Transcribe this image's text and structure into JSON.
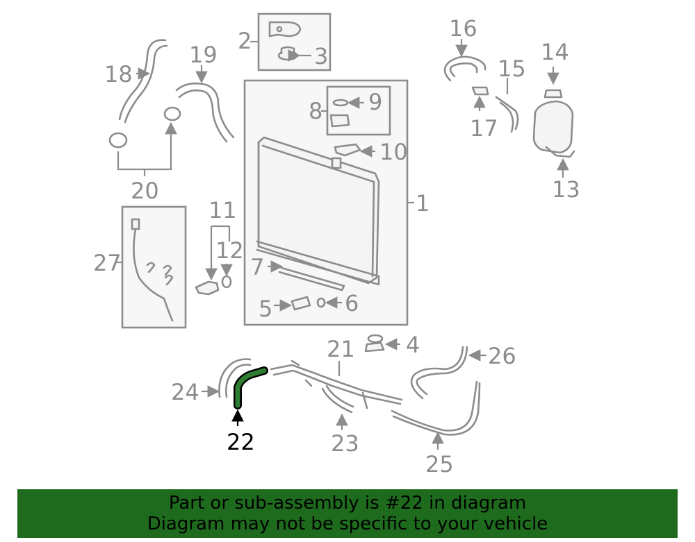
{
  "banner": {
    "line1": "Part or sub-assembly is #22 in diagram",
    "line2": "Diagram may not be specific to your vehicle",
    "color": "#1e6b1e"
  },
  "highlight": {
    "part": "22",
    "color": "#2e7d32"
  },
  "callouts": {
    "c1": "1",
    "c2": "2",
    "c3": "3",
    "c4": "4",
    "c5": "5",
    "c6": "6",
    "c7": "7",
    "c8": "8",
    "c9": "9",
    "c10": "10",
    "c11": "11",
    "c12": "12",
    "c13": "13",
    "c14": "14",
    "c15": "15",
    "c16": "16",
    "c17": "17",
    "c18": "18",
    "c19": "19",
    "c20": "20",
    "c21": "21",
    "c22": "22",
    "c23": "23",
    "c24": "24",
    "c25": "25",
    "c26": "26",
    "c27": "27"
  }
}
